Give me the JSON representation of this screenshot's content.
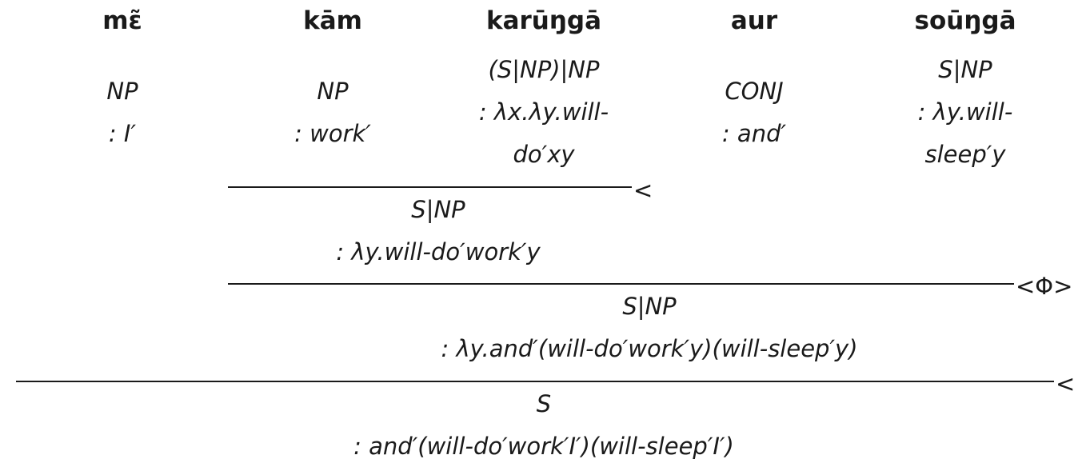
{
  "words": [
    {
      "form": "mɛ̃",
      "cat": "NP",
      "sem": ": I′"
    },
    {
      "form": "kām",
      "cat": "NP",
      "sem": ": work′"
    },
    {
      "form": "karūŋgā",
      "cat": "(S|NP)|NP",
      "sem1": ": λx.λy.will-",
      "sem2": "do′xy"
    },
    {
      "form": "aur",
      "cat": "CONJ",
      "sem": ": and′"
    },
    {
      "form": "soūŋgā",
      "cat": "S|NP",
      "sem1": ": λy.will-",
      "sem2": "sleep′y"
    }
  ],
  "steps": [
    {
      "op": "<",
      "cat": "S|NP",
      "sem": ": λy.will-do′work′y"
    },
    {
      "op": "<Φ>",
      "cat": "S|NP",
      "sem": ": λy.and′(will-do′work′y)(will-sleep′y)"
    },
    {
      "op": "<",
      "cat": "S",
      "sem": ": and′(will-do′work′I′)(will-sleep′I′)"
    }
  ]
}
